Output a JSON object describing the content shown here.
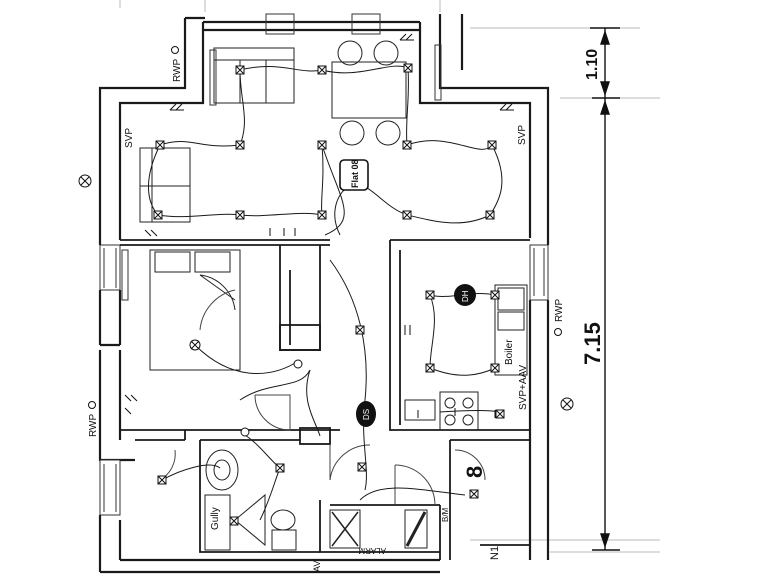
{
  "drawing": {
    "dimensions": {
      "upper": "1.10",
      "overall": "7.15"
    },
    "labels": {
      "rwp": "RWP",
      "svp": "SVP",
      "svp_aav": "SVP+AAV",
      "boiler": "Boiler",
      "gully": "Gully",
      "flat_no": "Flat 08",
      "room_8": "8",
      "dh": "DH",
      "ds": "DS",
      "n1": "N1",
      "alarm": "ALARM",
      "bm": "B/M",
      "av": "AV"
    },
    "colors": {
      "ink": "#1a1a1a",
      "paper": "#ffffff",
      "faint": "#9a9a9a"
    }
  }
}
